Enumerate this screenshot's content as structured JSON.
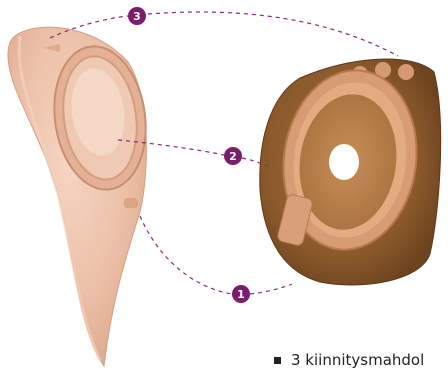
{
  "callouts": [
    {
      "number": "1"
    },
    {
      "number": "2"
    },
    {
      "number": "3"
    }
  ],
  "caption": {
    "text": "3 kiinnitysmahdol"
  },
  "colors": {
    "callout_fill": "#7a1d6b",
    "dashed_line": "#8a2a7a",
    "skin_pouch": "#eec3ab",
    "barrier_brown": "#8e5a2b",
    "barrier_ring": "#d89c74"
  },
  "icons": {
    "bullet": "square-bullet-icon"
  }
}
